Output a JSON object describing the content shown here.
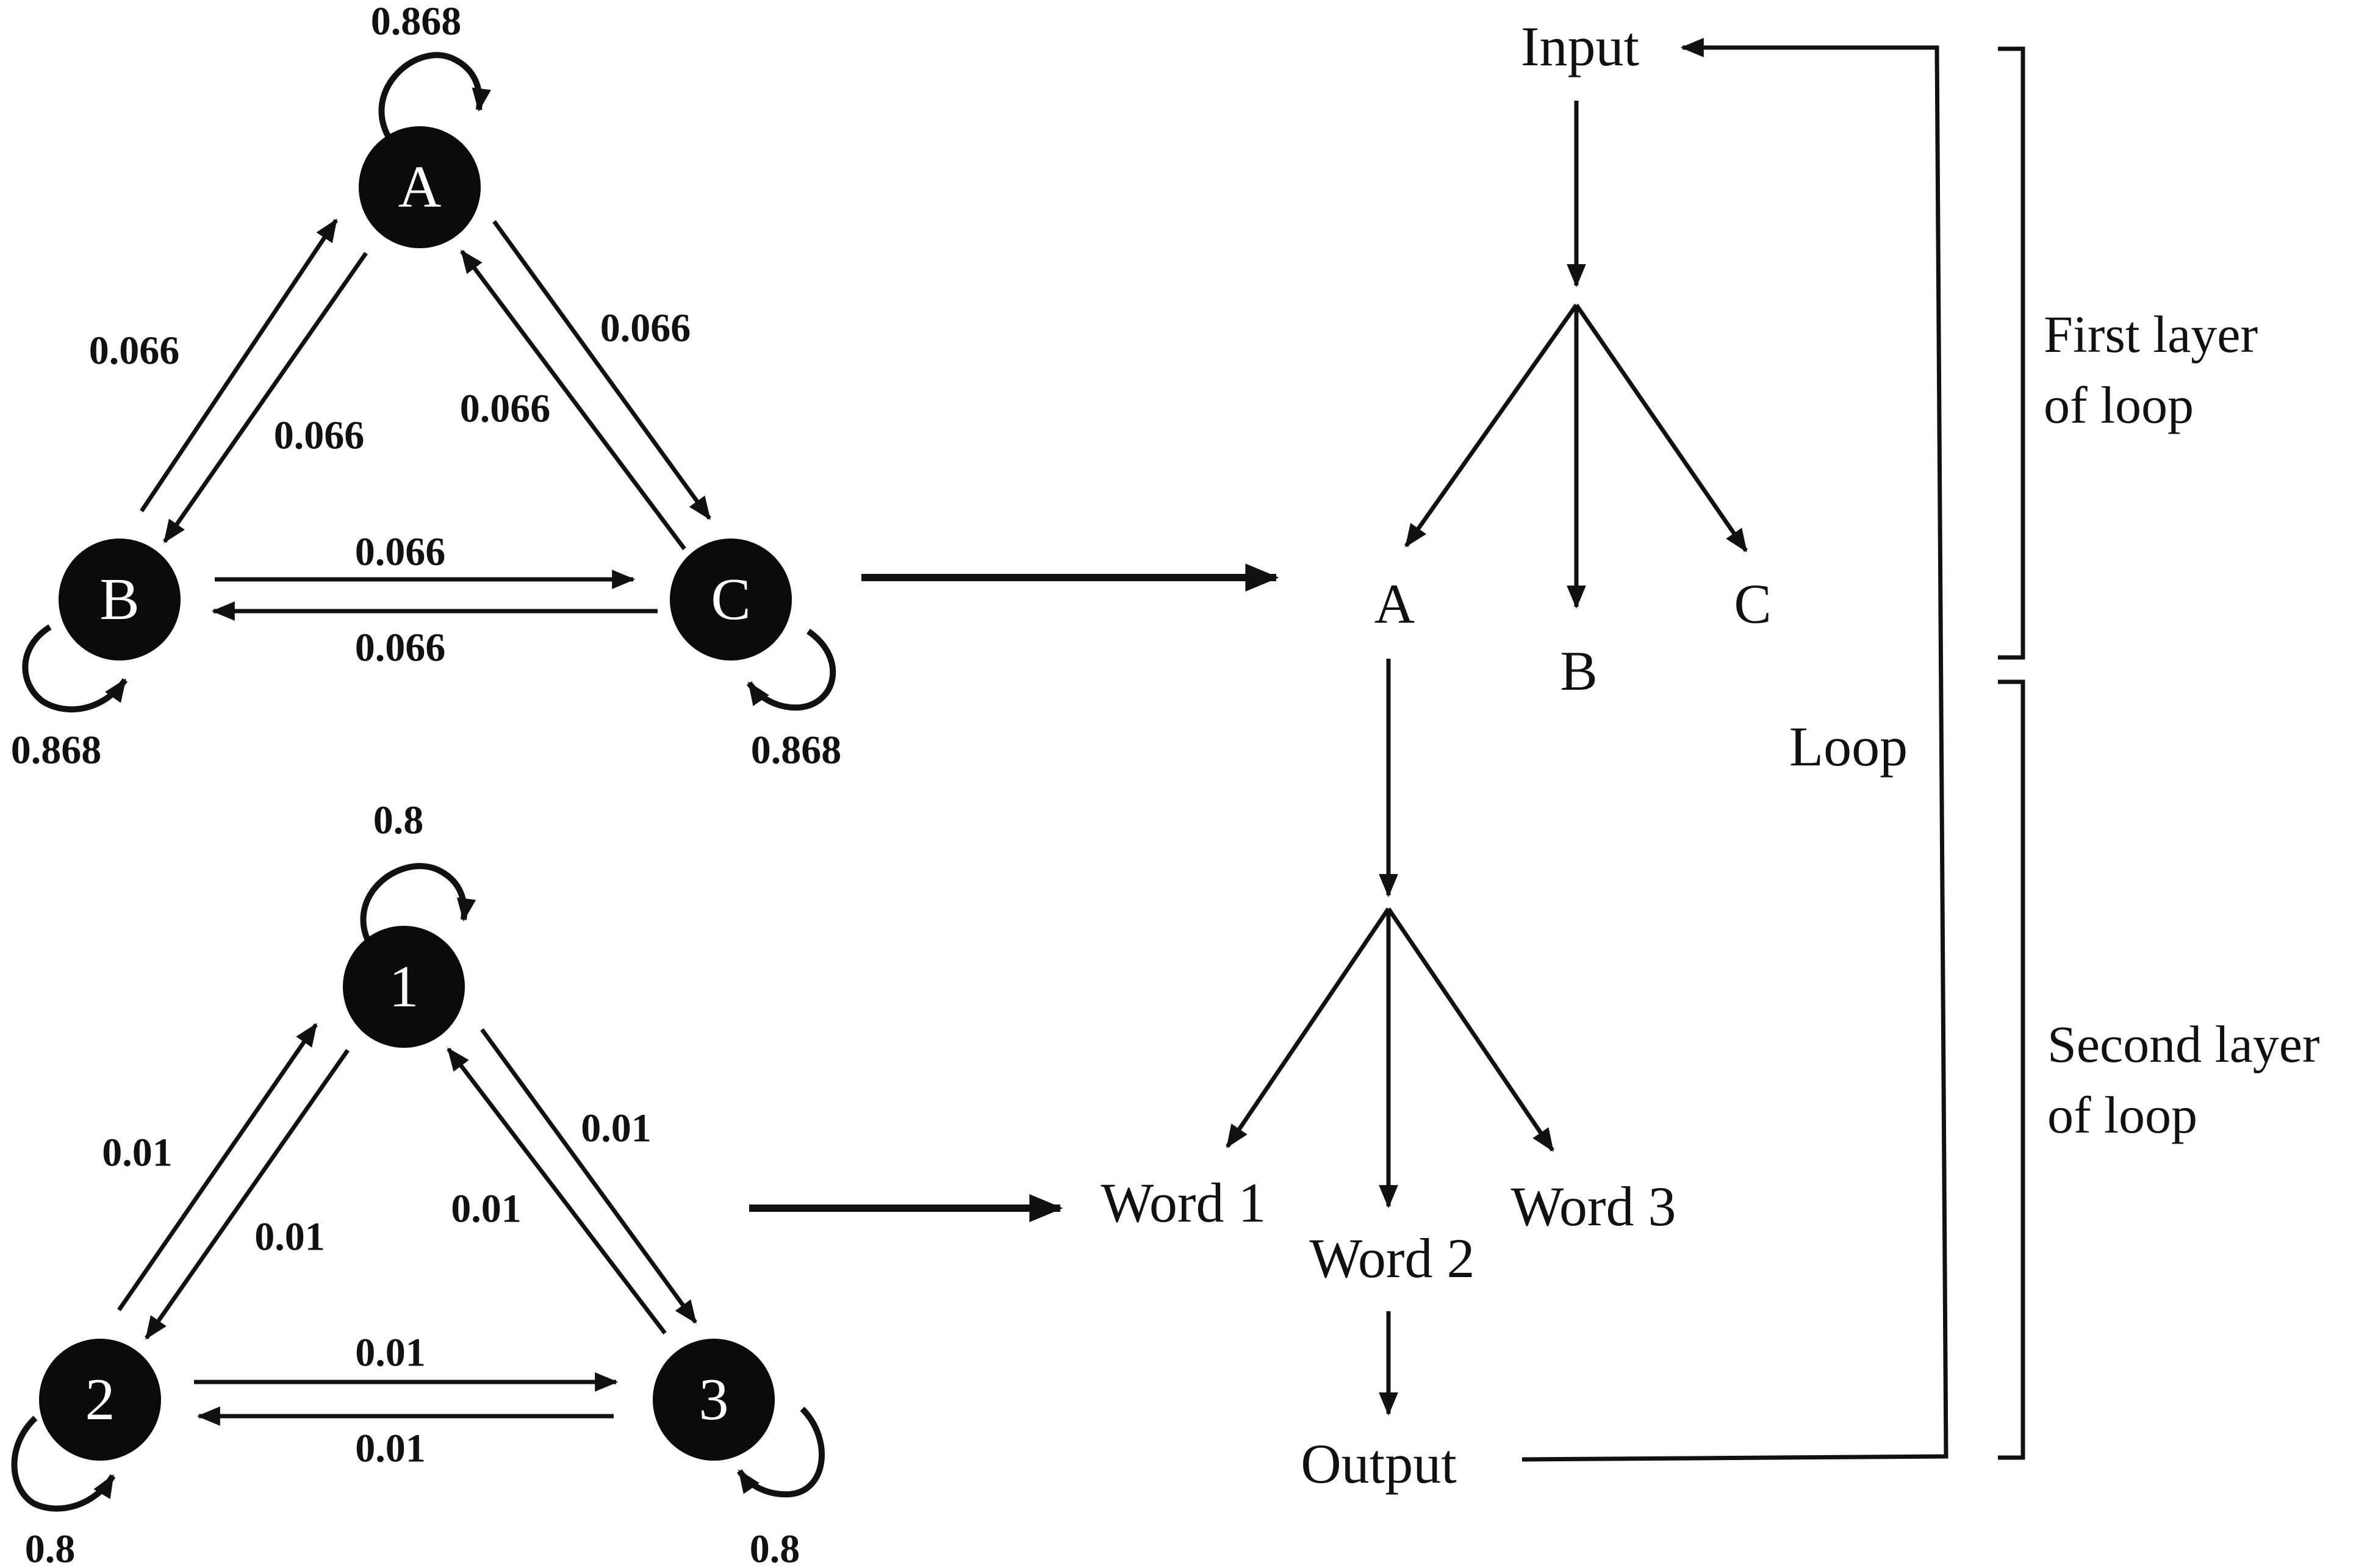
{
  "markov_top": {
    "nodes": {
      "a": "A",
      "b": "B",
      "c": "C"
    },
    "self_probs": {
      "a": "0.868",
      "b": "0.868",
      "c": "0.868"
    },
    "edge_probs": {
      "ab_outer": "0.066",
      "ab_inner": "0.066",
      "ac_outer": "0.066",
      "ac_inner": "0.066",
      "bc_top": "0.066",
      "bc_bottom": "0.066"
    }
  },
  "markov_bottom": {
    "nodes": {
      "n1": "1",
      "n2": "2",
      "n3": "3"
    },
    "self_probs": {
      "n1": "0.8",
      "n2": "0.8",
      "n3": "0.8"
    },
    "edge_probs": {
      "n12_outer": "0.01",
      "n12_inner": "0.01",
      "n13_outer": "0.01",
      "n13_inner": "0.01",
      "n23_top": "0.01",
      "n23_bottom": "0.01"
    }
  },
  "flow": {
    "input": "Input",
    "layer1": {
      "a": "A",
      "b": "B",
      "c": "C"
    },
    "layer2": {
      "word1": "Word 1",
      "word2": "Word 2",
      "word3": "Word 3"
    },
    "output": "Output",
    "loop_label": "Loop"
  },
  "braces": {
    "first_line1": "First layer",
    "first_line2": "of loop",
    "second_line1": "Second layer",
    "second_line2": "of loop"
  }
}
